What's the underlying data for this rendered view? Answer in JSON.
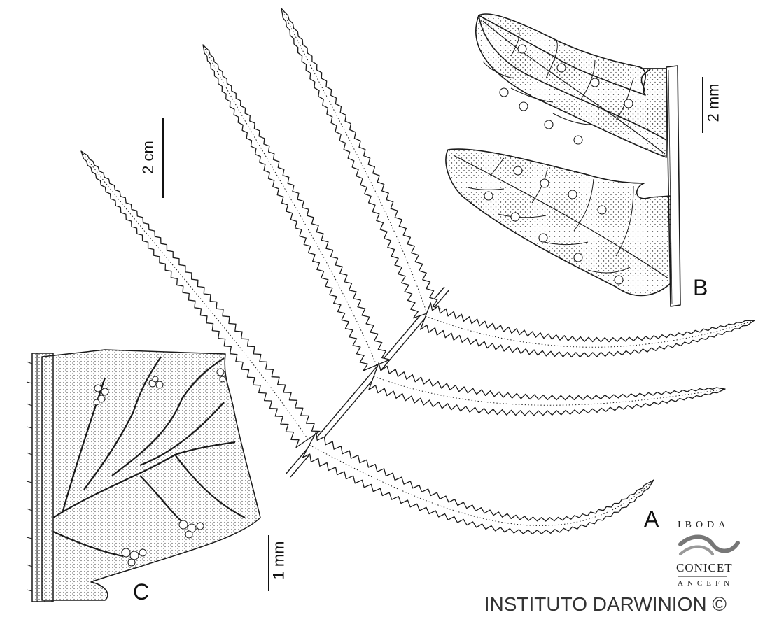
{
  "labels": {
    "a": "A",
    "b": "B",
    "c": "C"
  },
  "scale_bars": {
    "frond": "2 cm",
    "pinna_detail": "2 mm",
    "segment_detail": "1 mm"
  },
  "logo": {
    "line1": "IBODA",
    "line2": "CONICET",
    "line3": "ANCEFN"
  },
  "credit": "INSTITUTO DARWINION ©",
  "colors": {
    "ink": "#1a1a1a",
    "paper": "#ffffff"
  }
}
